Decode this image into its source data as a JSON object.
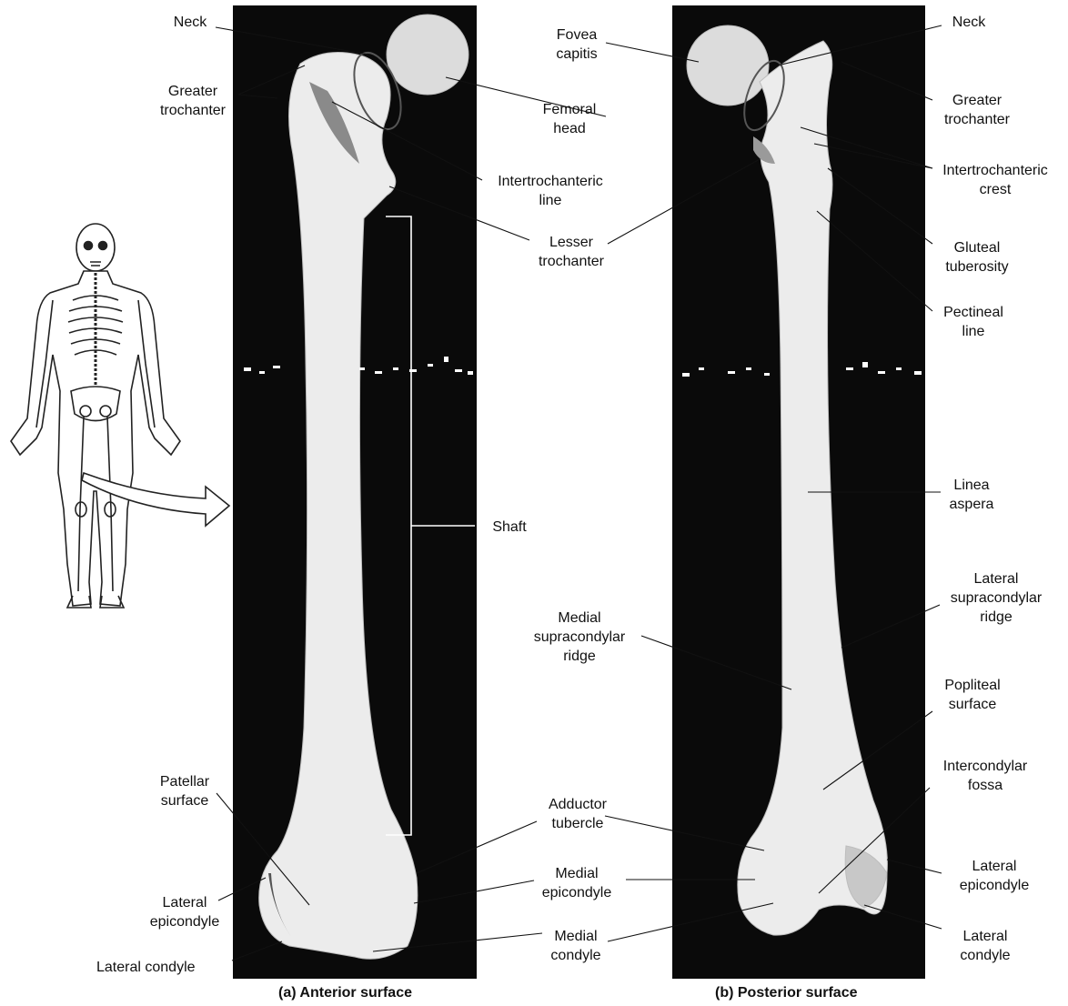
{
  "anterior": {
    "caption": "(a) Anterior surface",
    "labels": {
      "neck": "Neck",
      "greater_trochanter": "Greater\ntrochanter",
      "femoral_head": "Femoral\nhead",
      "intertrochanteric_line": "Intertrochanteric\nline",
      "lesser_trochanter": "Lesser\ntrochanter",
      "shaft": "Shaft",
      "patellar_surface": "Patellar\nsurface",
      "adductor_tubercle": "Adductor\ntubercle",
      "lateral_epicondyle": "Lateral\nepicondyle",
      "medial_epicondyle": "Medial\nepicondyle",
      "lateral_condyle": "Lateral condyle",
      "medial_condyle": "Medial\ncondyle"
    }
  },
  "posterior": {
    "caption": "(b) Posterior surface",
    "labels": {
      "fovea_capitis": "Fovea\ncapitis",
      "neck": "Neck",
      "greater_trochanter": "Greater\ntrochanter",
      "intertrochanteric_crest": "Intertrochanteric\ncrest",
      "gluteal_tuberosity": "Gluteal\ntuberosity",
      "pectineal_line": "Pectineal\nline",
      "linea_aspera": "Linea\naspera",
      "lateral_supracondylar_ridge": "Lateral\nsupracondylar\nridge",
      "medial_supracondylar_ridge": "Medial\nsupracondylar\nridge",
      "popliteal_surface": "Popliteal\nsurface",
      "intercondylar_fossa": "Intercondylar\nfossa",
      "lateral_epicondyle": "Lateral\nepicondyle",
      "lateral_condyle": "Lateral\ncondyle"
    }
  }
}
